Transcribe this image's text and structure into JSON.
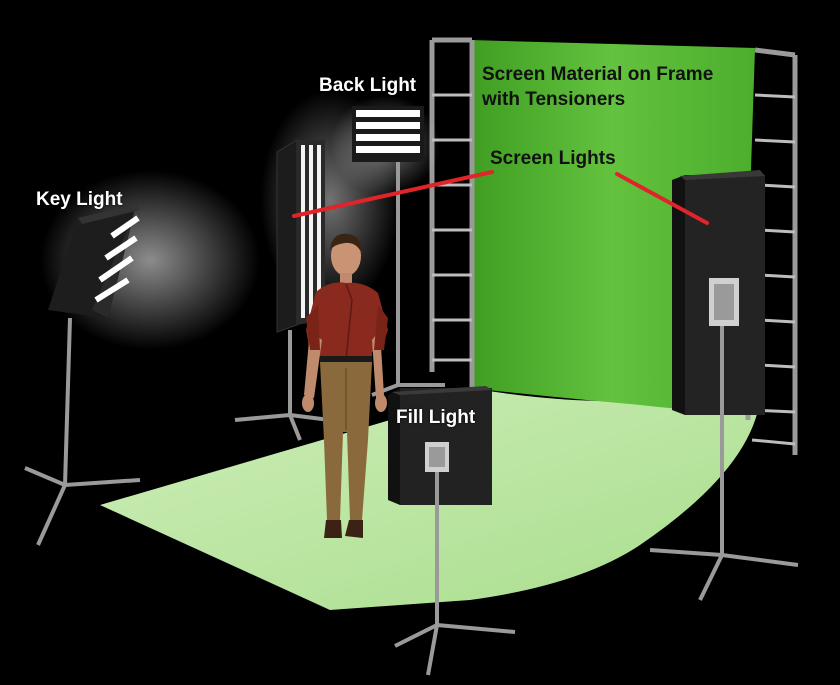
{
  "labels": {
    "key_light": "Key Light",
    "back_light": "Back Light",
    "screen_material_line1": "Screen Material on Frame",
    "screen_material_line2": "with Tensioners",
    "screen_lights": "Screen Lights",
    "fill_light": "Fill Light"
  },
  "colors": {
    "background": "#000000",
    "screen_green": "#5cbf3a",
    "floor_green": "#b9e6a1",
    "pointer_red": "#e0242a",
    "frame_grey": "#9a9a9a",
    "shirt": "#8a2a1e",
    "trousers": "#8a6a3c"
  }
}
